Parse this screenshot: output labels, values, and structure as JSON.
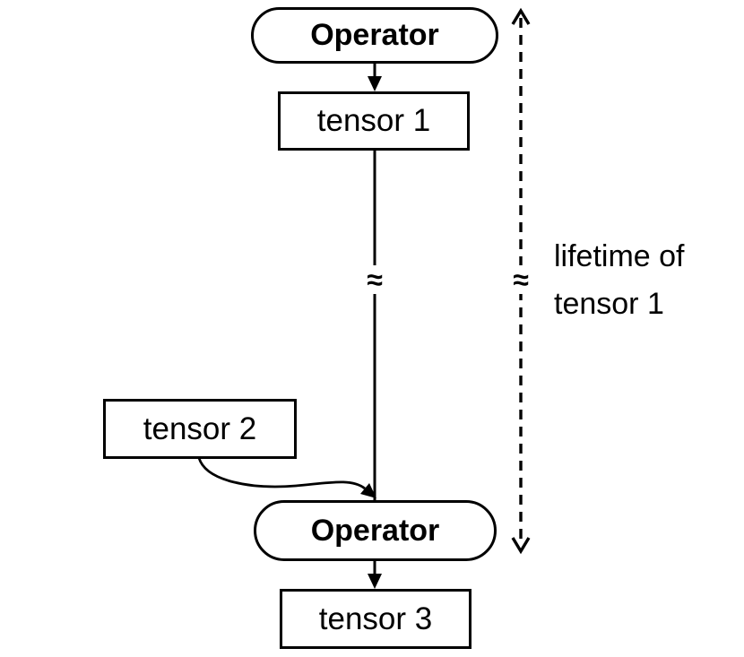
{
  "diagram": {
    "background": "#ffffff",
    "stroke_color": "#000000",
    "nodes": {
      "operator_top": {
        "label": "Operator",
        "shape": "rounded-pill"
      },
      "tensor_1": {
        "label": "tensor 1",
        "shape": "rectangle"
      },
      "tensor_2": {
        "label": "tensor 2",
        "shape": "rectangle"
      },
      "operator_bottom": {
        "label": "Operator",
        "shape": "rounded-pill"
      },
      "tensor_3": {
        "label": "tensor 3",
        "shape": "rectangle"
      }
    },
    "edges": [
      {
        "from": "operator_top",
        "to": "tensor_1",
        "style": "solid",
        "arrow": "filled-triangle"
      },
      {
        "from": "tensor_1",
        "to": "operator_bottom",
        "style": "solid",
        "arrow": "filled-triangle",
        "break_symbol": "≈"
      },
      {
        "from": "tensor_2",
        "to": "operator_bottom",
        "style": "curved",
        "arrow": "filled-triangle"
      },
      {
        "from": "operator_bottom",
        "to": "tensor_3",
        "style": "solid",
        "arrow": "filled-triangle"
      }
    ],
    "lifetime_annotation": {
      "label_line1": "lifetime of",
      "label_line2": "tensor 1",
      "line_style": "dashed",
      "arrows": "open-chevron-both-ends",
      "break_symbol": "≈"
    }
  }
}
